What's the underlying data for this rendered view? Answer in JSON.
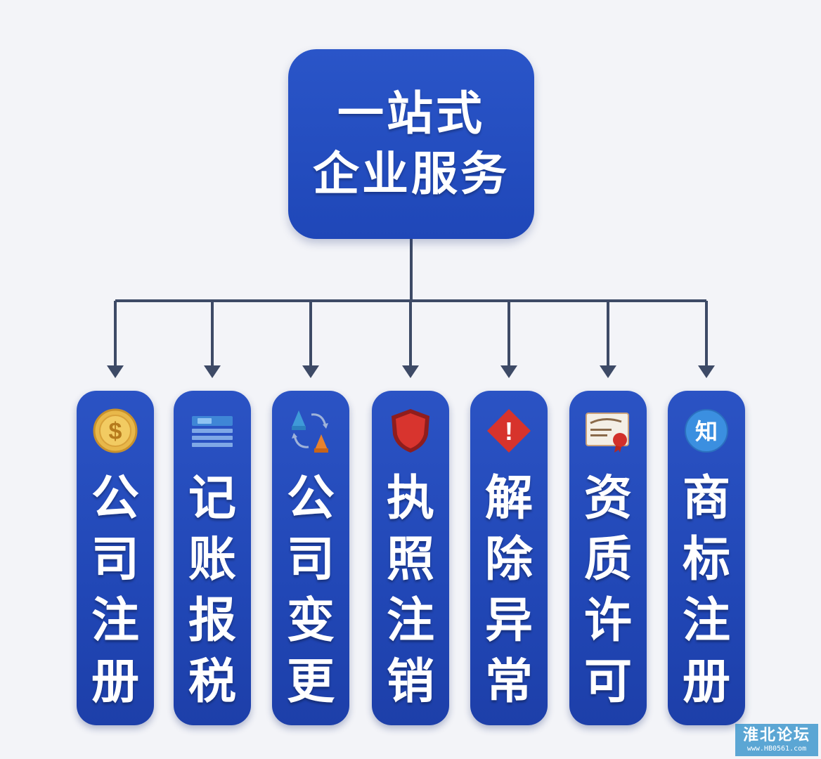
{
  "root": {
    "line1": "一站式",
    "line2": "企业服务"
  },
  "services": [
    {
      "icon": "gold-coin-dollar-icon",
      "chars": [
        "公",
        "司",
        "注",
        "册"
      ]
    },
    {
      "icon": "ledger-book-stack-icon",
      "chars": [
        "记",
        "账",
        "报",
        "税"
      ]
    },
    {
      "icon": "exchange-cycle-icon",
      "chars": [
        "公",
        "司",
        "变",
        "更"
      ]
    },
    {
      "icon": "red-shield-icon",
      "chars": [
        "执",
        "照",
        "注",
        "销"
      ]
    },
    {
      "icon": "red-warning-diamond-icon",
      "chars": [
        "解",
        "除",
        "异",
        "常"
      ]
    },
    {
      "icon": "certificate-seal-icon",
      "chars": [
        "资",
        "质",
        "许",
        "可"
      ]
    },
    {
      "icon": "knowledge-circle-icon",
      "chars": [
        "商",
        "标",
        "注",
        "册"
      ]
    }
  ],
  "icon_texts": {
    "coin": "$",
    "warning": "!",
    "knowledge": "知"
  },
  "colors": {
    "box_blue": "#2147b6",
    "connector": "#3d4a66",
    "background": "#f3f4f8"
  },
  "watermark": {
    "title": "淮北论坛",
    "url": "www.HB0561.com"
  }
}
